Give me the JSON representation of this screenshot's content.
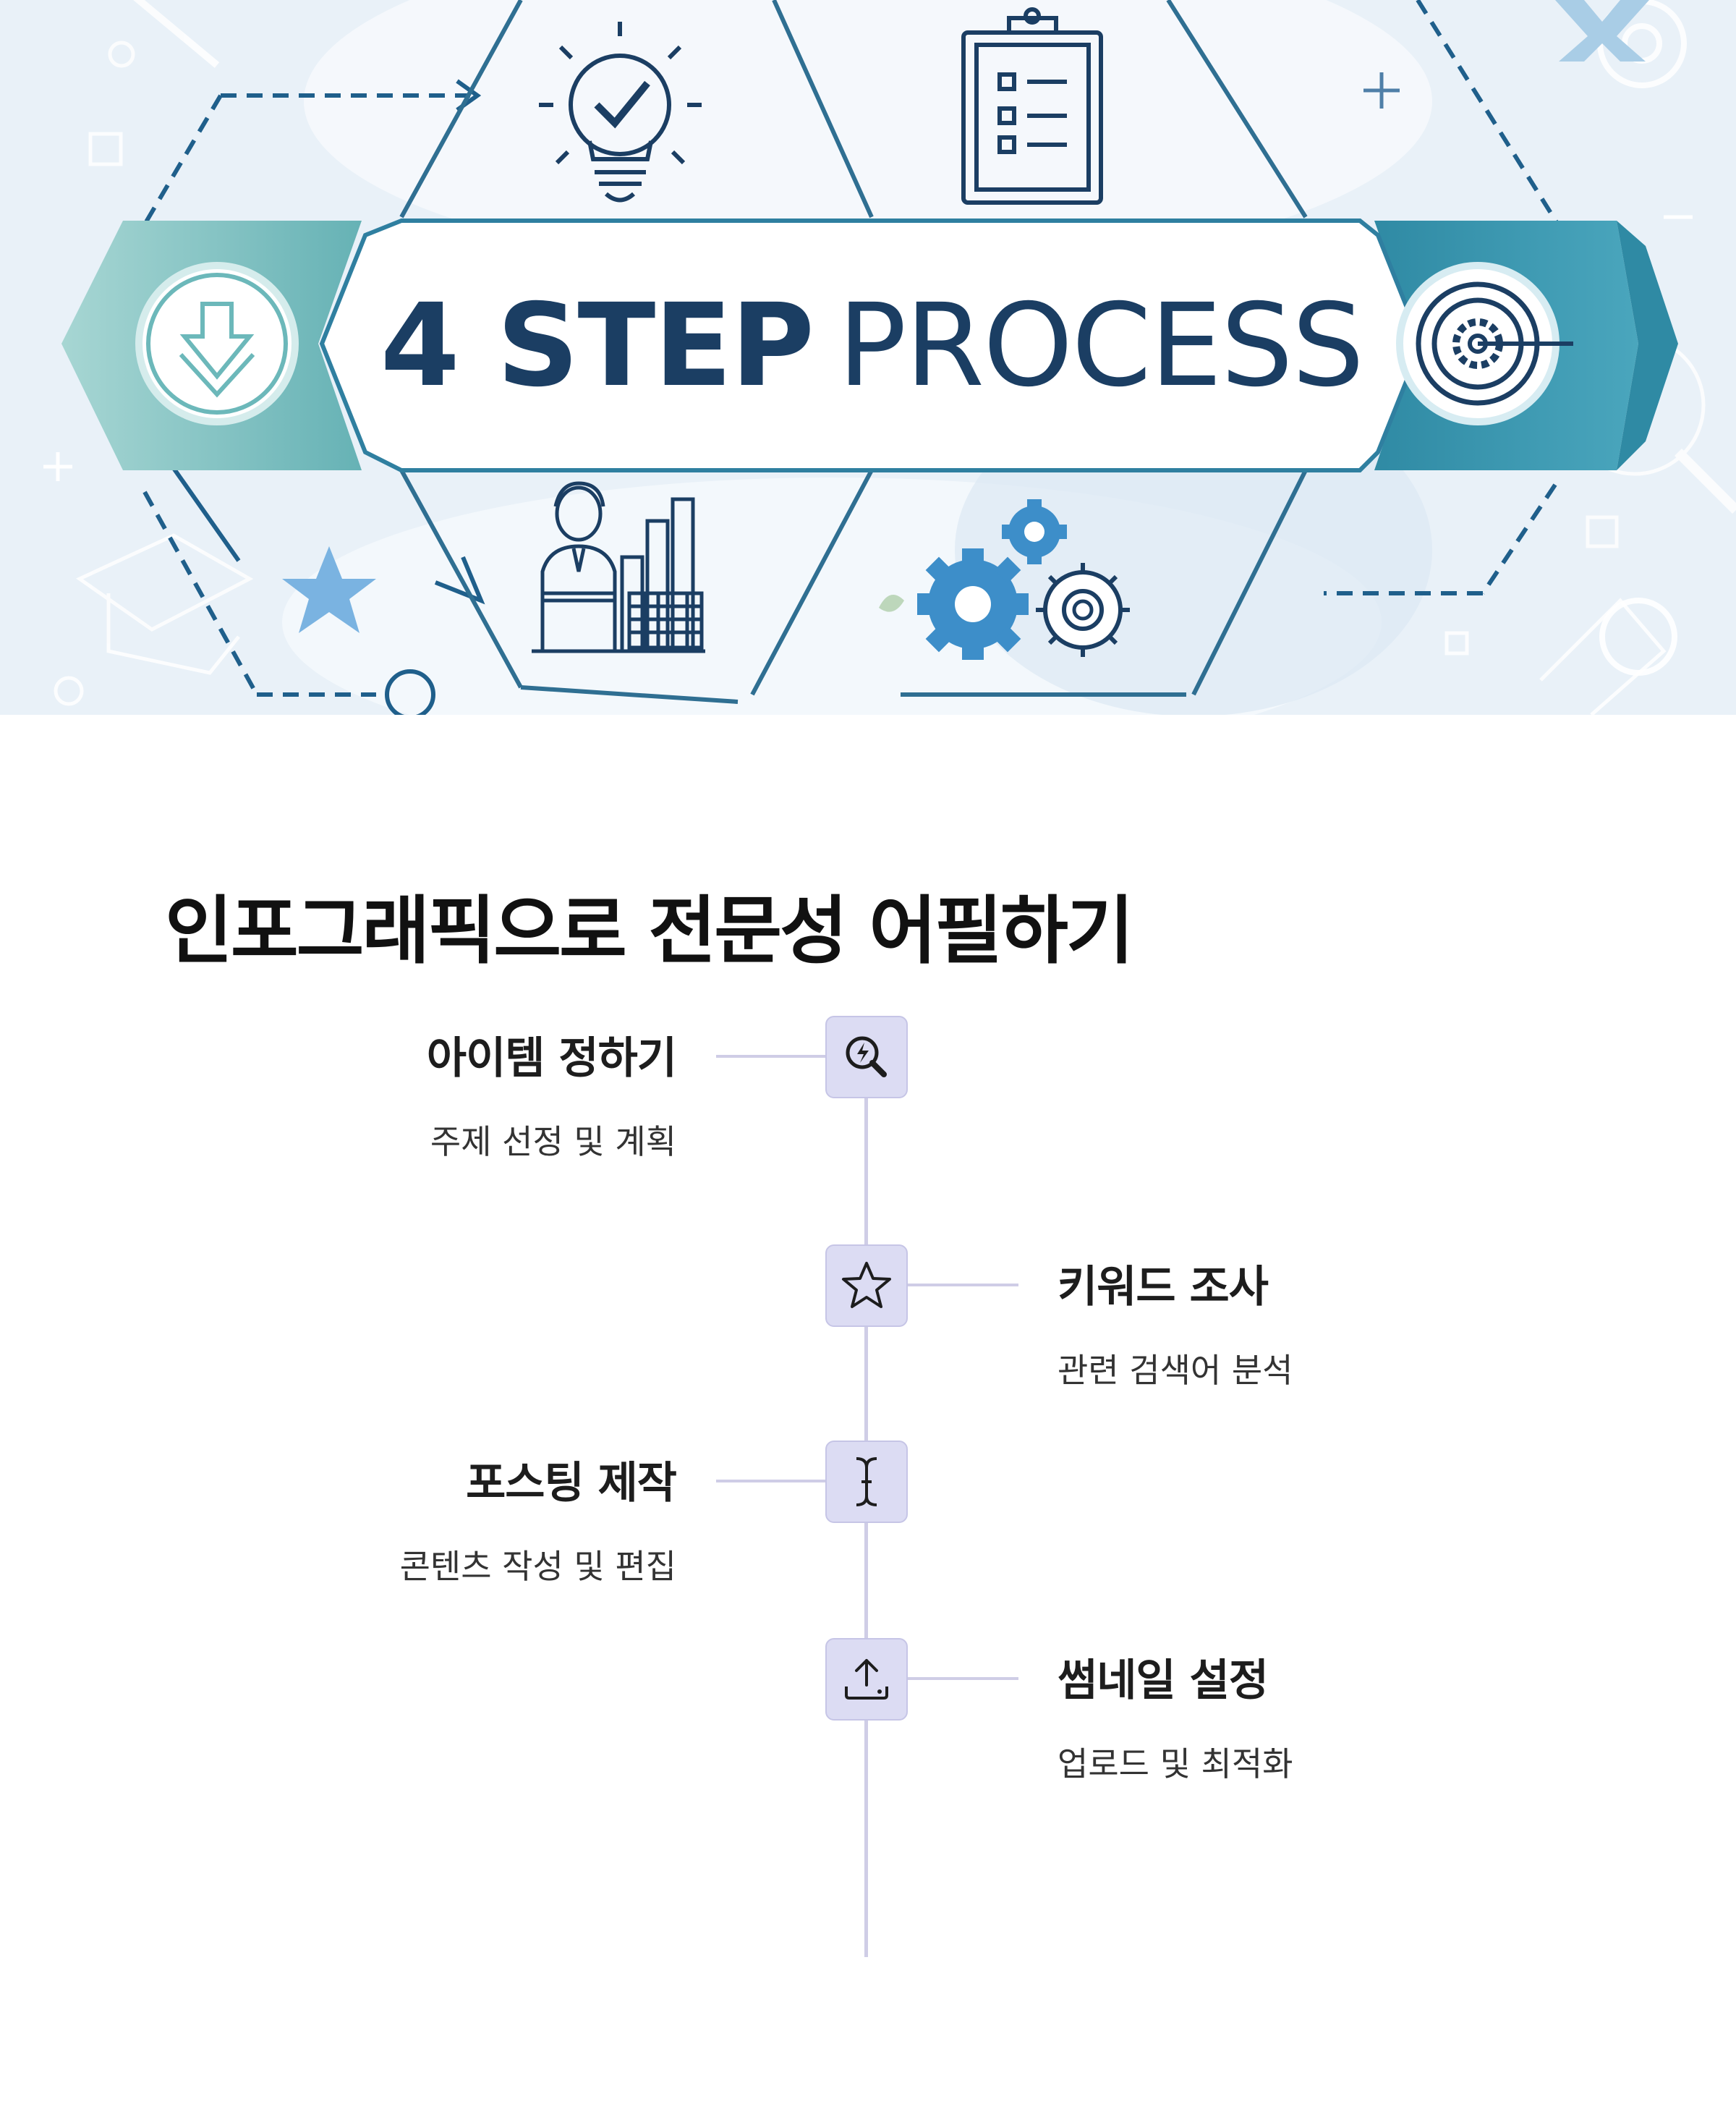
{
  "hero": {
    "title_bold": "4 STEP",
    "title_regular": "PROCESS",
    "icons": [
      "lightbulb-check-icon",
      "clipboard-checklist-icon",
      "download-arrow-icon",
      "target-gear-icon",
      "businessperson-chart-icon",
      "gears-icon"
    ],
    "colors": {
      "navy": "#1b3e63",
      "teal": "#3f95ad",
      "light_teal": "#8cc7c8",
      "background": "#e9f1f8",
      "blue_icon": "#3d8ec9"
    }
  },
  "section": {
    "title": "인포그래픽으로 전문성 어필하기"
  },
  "steps": [
    {
      "title": "아이템 정하기",
      "description": "주제 선정 및 계획",
      "side": "left",
      "icon": "search-bolt-icon"
    },
    {
      "title": "키워드 조사",
      "description": "관련 검색어 분석",
      "side": "right",
      "icon": "star-icon"
    },
    {
      "title": "포스팅 제작",
      "description": "콘텐츠 작성 및 편집",
      "side": "left",
      "icon": "text-cursor-icon"
    },
    {
      "title": "썸네일 설정",
      "description": "업로드 및 최적화",
      "side": "right",
      "icon": "upload-tray-icon"
    }
  ],
  "timeline_colors": {
    "line": "#cfcde6",
    "icon_bg": "#dcdcf3"
  }
}
